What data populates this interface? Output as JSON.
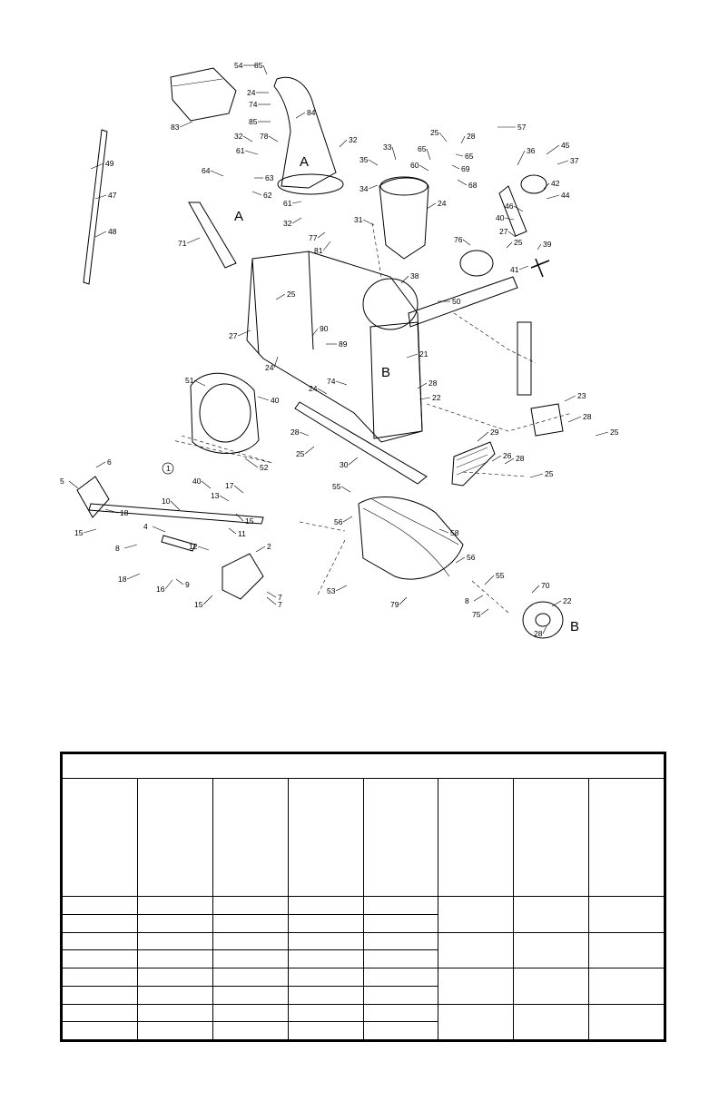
{
  "diagram": {
    "callouts": [
      "54",
      "85",
      "24",
      "74",
      "83",
      "84",
      "85",
      "78",
      "32",
      "32",
      "61",
      "63",
      "64",
      "62",
      "61",
      "32",
      "77",
      "81",
      "49",
      "47",
      "48",
      "71",
      "33",
      "35",
      "34",
      "65",
      "60",
      "25",
      "28",
      "65",
      "69",
      "57",
      "68",
      "31",
      "24",
      "36",
      "45",
      "37",
      "42",
      "44",
      "46",
      "40",
      "27",
      "76",
      "25",
      "39",
      "41",
      "38",
      "50",
      "25",
      "27",
      "90",
      "89",
      "21",
      "24",
      "51",
      "40",
      "74",
      "24",
      "28",
      "22",
      "23",
      "28",
      "25",
      "28",
      "25",
      "30",
      "29",
      "26",
      "28",
      "25",
      "52",
      "6",
      "5",
      "18",
      "15",
      "10",
      "40",
      "13",
      "17",
      "15",
      "11",
      "8",
      "4",
      "12",
      "2",
      "18",
      "16",
      "9",
      "15",
      "7",
      "7",
      "55",
      "56",
      "58",
      "53",
      "56",
      "79",
      "8",
      "55",
      "75",
      "70",
      "22",
      "28",
      "1"
    ],
    "section_labels": [
      "A",
      "A",
      "A",
      "B",
      "B"
    ]
  },
  "table": {
    "title": "",
    "columns": [
      "",
      "",
      "",
      "",
      "",
      "",
      "",
      ""
    ],
    "rows": [
      [
        "",
        "",
        "",
        "",
        "",
        "",
        "",
        ""
      ],
      [
        "",
        "",
        "",
        "",
        "",
        "",
        "",
        ""
      ],
      [
        "",
        "",
        "",
        "",
        "",
        "",
        "",
        ""
      ],
      [
        "",
        "",
        "",
        "",
        "",
        "",
        "",
        ""
      ],
      [
        "",
        "",
        "",
        "",
        "",
        "",
        "",
        ""
      ],
      [
        "",
        "",
        "",
        "",
        "",
        "",
        "",
        ""
      ],
      [
        "",
        "",
        "",
        "",
        "",
        "",
        "",
        ""
      ],
      [
        "",
        "",
        "",
        "",
        "",
        "",
        "",
        ""
      ]
    ]
  }
}
